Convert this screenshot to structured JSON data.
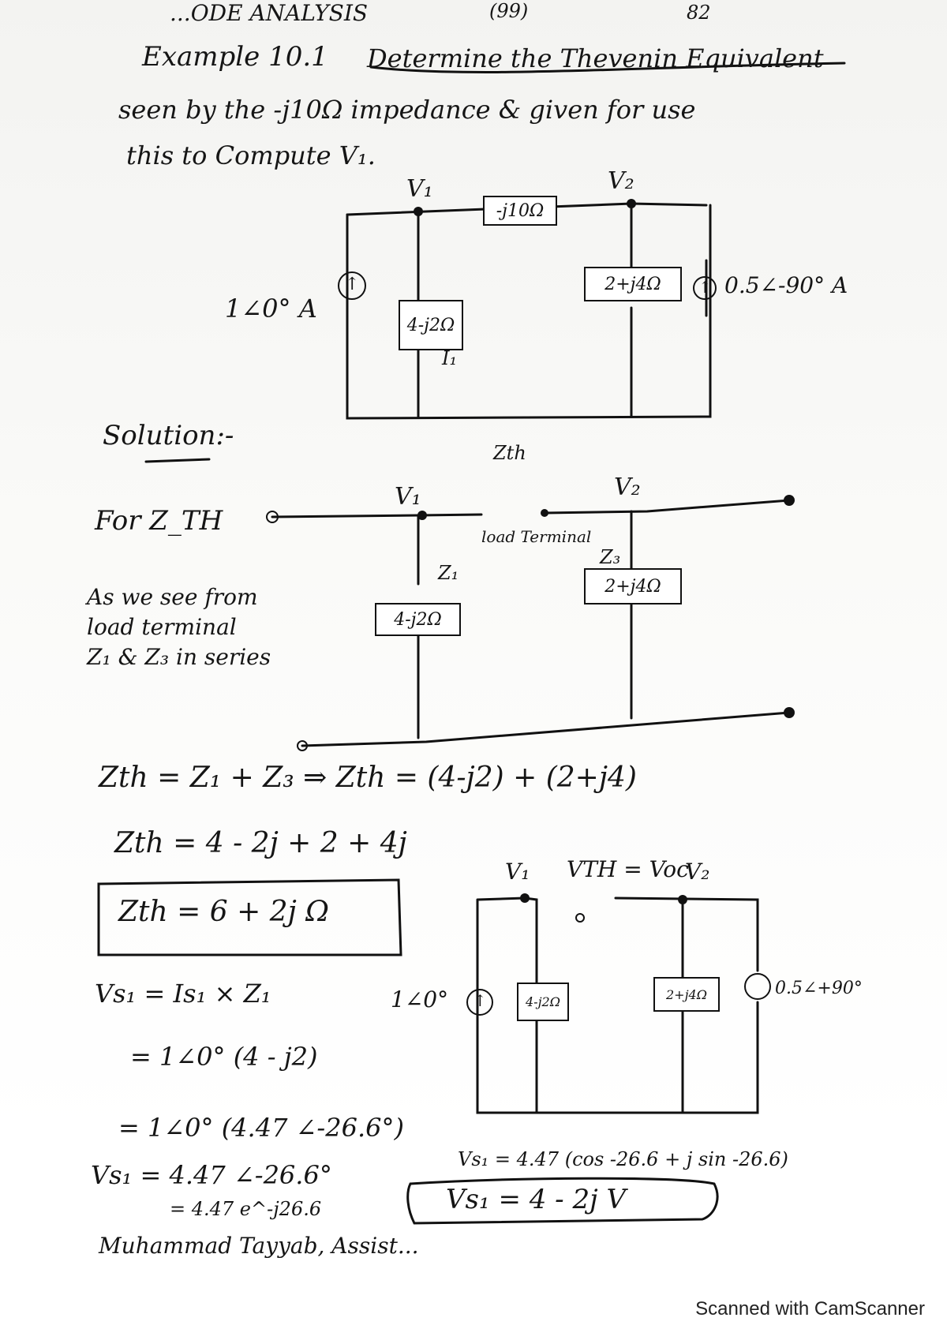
{
  "header": {
    "top_left": "...ODE ANALYSIS",
    "page_ref": "(99)",
    "page_number": "82"
  },
  "problem": {
    "label": "Example 10.1",
    "line1": "Determine the Thevenin Equivalent",
    "line2": "seen by the -j10Ω impedance & given for use",
    "line3": "this to Compute V₁."
  },
  "circuit1": {
    "node_v1": "V₁",
    "node_v2": "V₂",
    "z_series": "-j10Ω",
    "z1": "4-j2Ω",
    "z3": "2+j4Ω",
    "source1": "1∠0° A",
    "source2": "0.5∠-90° A",
    "current_label": "I₁"
  },
  "solution": {
    "heading": "Solution:-",
    "for_zth": "For Z_TH",
    "zth_label": "Zth",
    "node_v1": "V₁",
    "node_v2": "V₂",
    "load_terminal": "load Terminal",
    "z1_label": "Z₁",
    "z3_label": "Z₃",
    "z1_value": "4-j2Ω",
    "z3_value": "2+j4Ω",
    "note1": "As we see from",
    "note2": "load terminal",
    "note3": "Z₁ & Z₃ in series",
    "eq1": "Zth = Z₁ + Z₃ ⇒ Zth = (4-j2) + (2+j4)",
    "eq2": "Zth = 4 - 2j + 2 + 4j",
    "eq3": "Zth = 6 + 2j Ω"
  },
  "circuit2": {
    "node_v1": "V₁",
    "vth_label": "VTH = Voc",
    "node_v2": "V₂",
    "source1": "1∠0°",
    "z1": "4-j2Ω",
    "z3": "2+j4Ω",
    "source2": "0.5∠+90°"
  },
  "vs_calc": {
    "line1": "Vs₁ = Is₁ × Z₁",
    "line2": "= 1∠0° (4 - j2)",
    "line3": "= 1∠0° (4.47 ∠-26.6°)",
    "line4": "Vs₁ = 4.47 ∠-26.6°",
    "line5": "= 4.47 e^-j26.6",
    "rect": "Vs₁ = 4.47 (cos -26.6 + j sin -26.6)",
    "result": "Vs₁ = 4 - 2j V"
  },
  "author": "Muhammad Tayyab, Assist...",
  "footer": "Scanned with CamScanner"
}
